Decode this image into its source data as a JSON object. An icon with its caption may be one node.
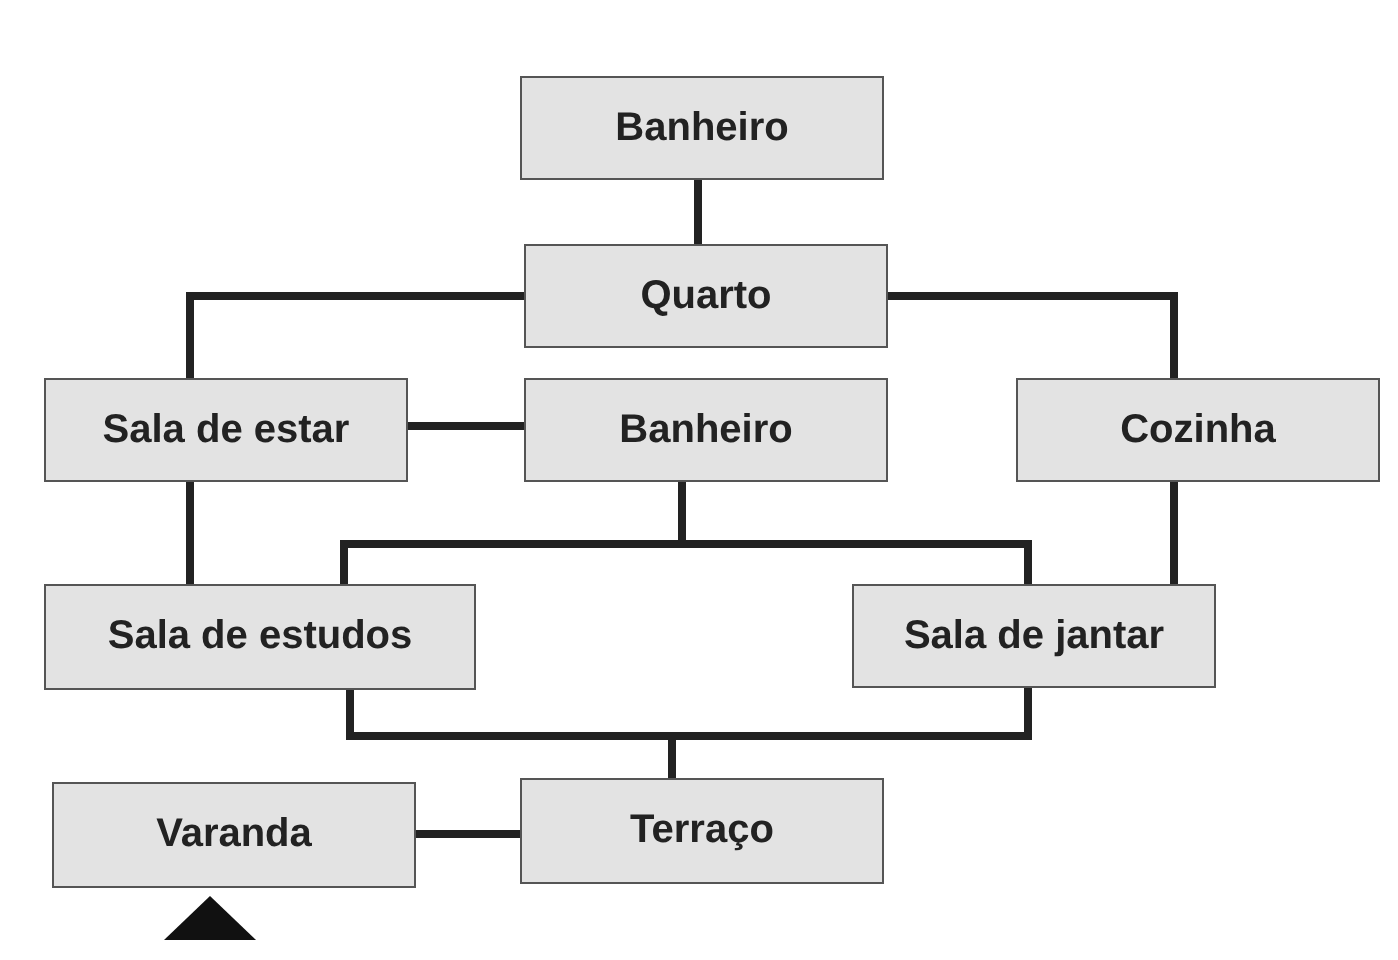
{
  "diagram": {
    "nodes": [
      {
        "text": [
          "Banheiro"
        ]
      },
      {
        "text": [
          "Quarto"
        ]
      },
      {
        "text": [
          "Sala de estar"
        ]
      },
      {
        "text": [
          "Banheiro"
        ]
      },
      {
        "text": [
          "Cozinha"
        ]
      },
      {
        "text": [
          "Sala de estudos"
        ]
      },
      {
        "text": [
          "Sala de jantar"
        ]
      },
      {
        "text": [
          "Varanda"
        ]
      },
      {
        "text": [
          "Terraço"
        ]
      }
    ],
    "edges": [
      {
        "from": 0,
        "to": 1,
        "arrow": "none"
      },
      {
        "from": 1,
        "to": 2,
        "arrow": "none"
      },
      {
        "from": 1,
        "to": 4,
        "arrow": "none"
      },
      {
        "from": 2,
        "to": 3,
        "arrow": "none"
      },
      {
        "from": 2,
        "to": 5,
        "arrow": "none"
      },
      {
        "from": 4,
        "to": 6,
        "arrow": "none"
      },
      {
        "from": 3,
        "to": 5,
        "arrow": "none"
      },
      {
        "from": 3,
        "to": 6,
        "arrow": "none"
      },
      {
        "from": 5,
        "to": 8,
        "arrow": "none"
      },
      {
        "from": 6,
        "to": 8,
        "arrow": "none"
      },
      {
        "from": 7,
        "to": 8,
        "arrow": "none"
      }
    ]
  }
}
